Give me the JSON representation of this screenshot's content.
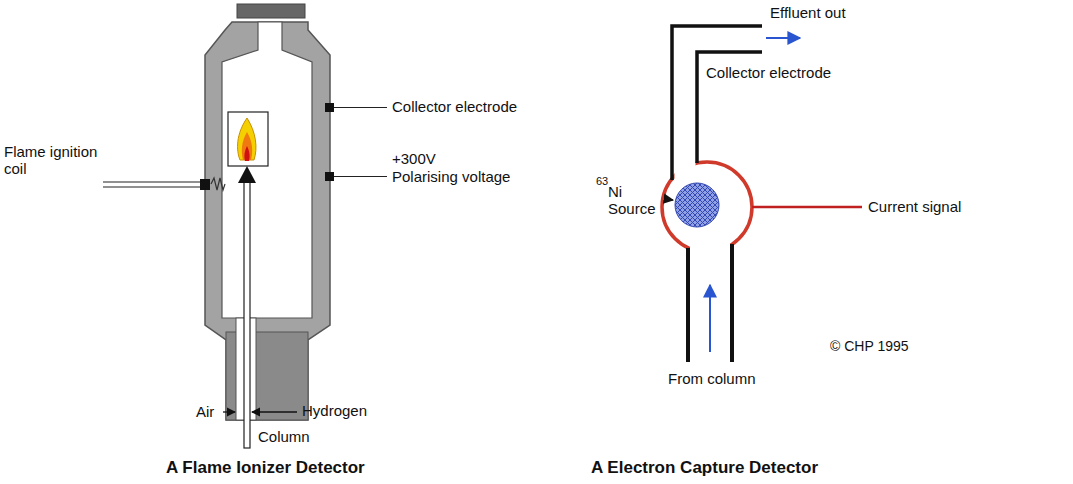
{
  "diagram": {
    "labels": [
      "Flame ignition coil",
      "Collector electrode",
      "+300V",
      "Polarising voltage",
      "Air",
      "Hydrogen",
      "Column",
      "A Flame Ionizer Detector",
      "Effluent out",
      "Collector electrode",
      "63",
      "Ni Source",
      "Current signal",
      "© CHP 1995",
      "From column",
      "A Electron Capture Detector"
    ]
  }
}
